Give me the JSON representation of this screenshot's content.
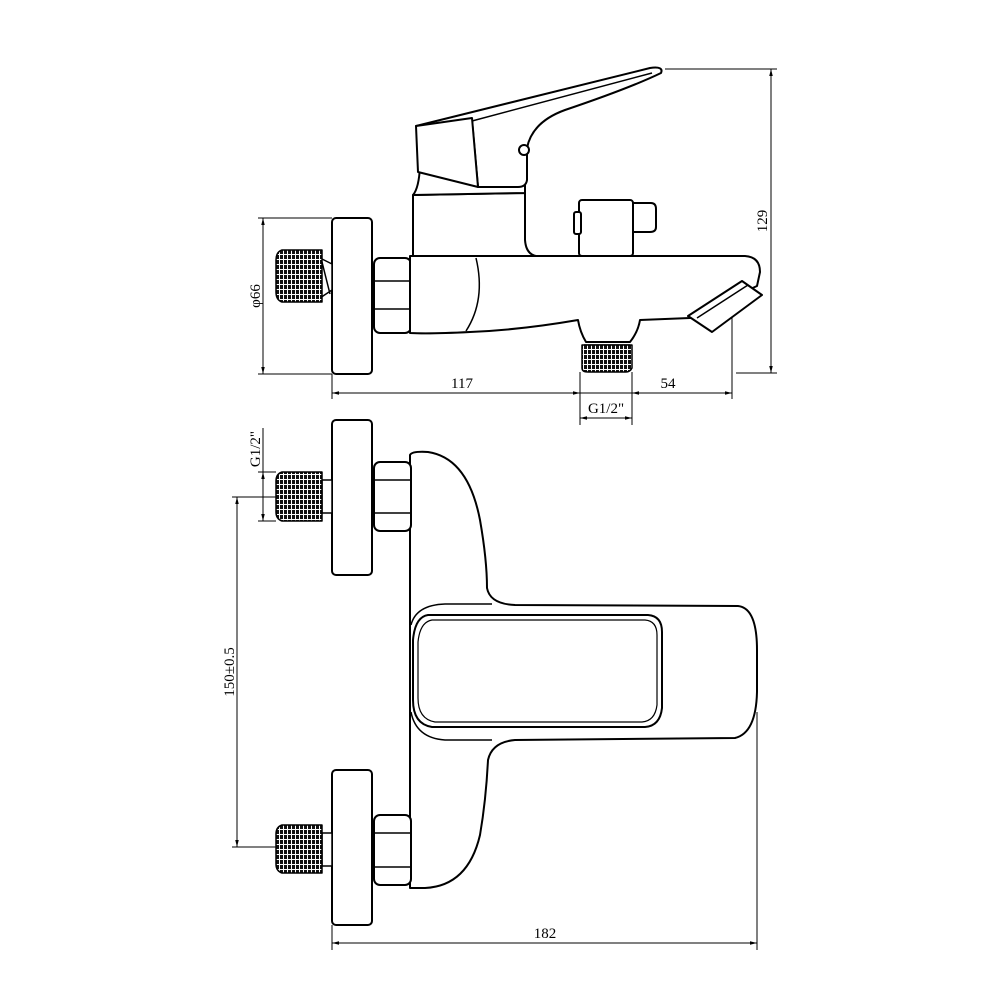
{
  "dimensions": {
    "overall_height": "129",
    "flange_diameter": "φ66",
    "inlet_to_outlet": "117",
    "outlet_to_spout_tip": "54",
    "outlet_thread": "G1/2\"",
    "inlet_thread": "G1/2\"",
    "inlet_spacing": "150±0.5",
    "overall_length": "182"
  }
}
